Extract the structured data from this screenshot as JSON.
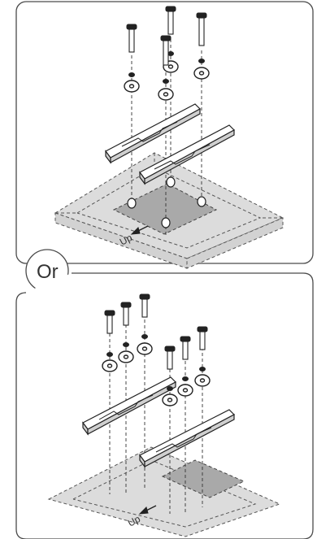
{
  "diagram": {
    "separator_label": "Or",
    "floor_label": "Up",
    "option_1": {
      "screws": 4,
      "brackets": 2
    },
    "option_2": {
      "screws": 6,
      "brackets": 2
    }
  }
}
